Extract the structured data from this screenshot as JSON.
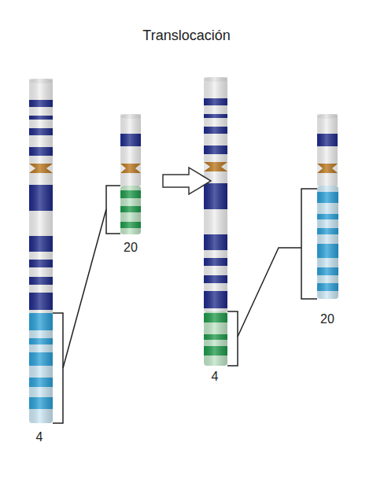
{
  "diagram": {
    "title": "Translocación",
    "labels": [
      "4",
      "20",
      "4",
      "20"
    ]
  }
}
